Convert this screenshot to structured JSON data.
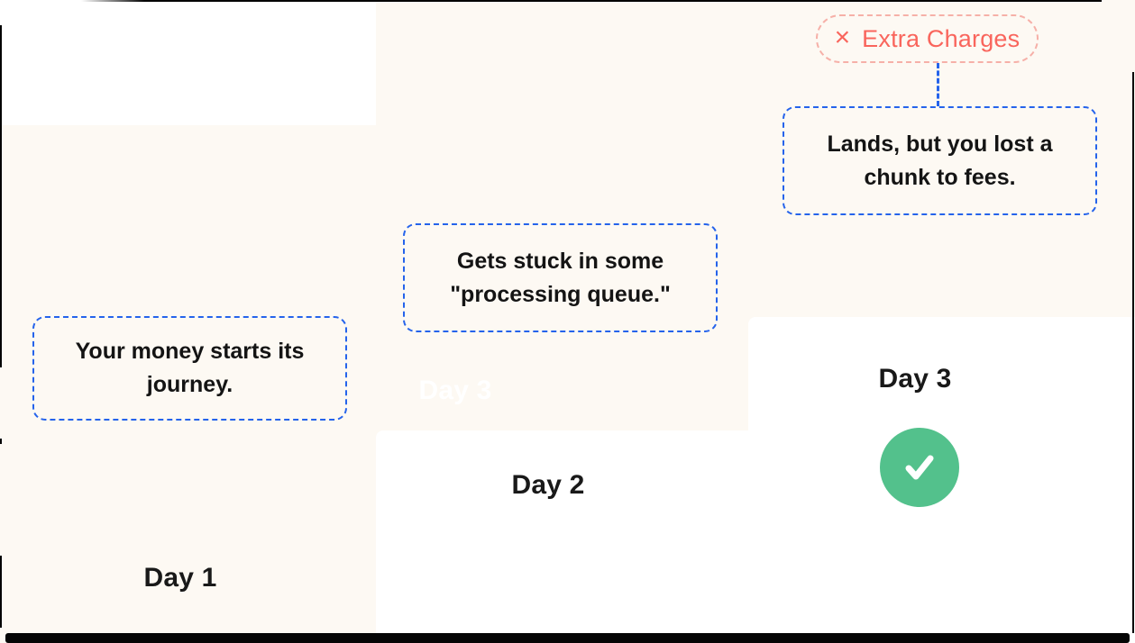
{
  "palette": {
    "background": "#FDF9F3",
    "step_fill": "#FFFFFF",
    "callout_border_blue": "#2563EB",
    "text_dark": "#141414",
    "badge_text_red": "#F9655C",
    "badge_border_pink": "#F6B0A8",
    "success_green": "#53C18C",
    "ghost_text": "#FFFFFF",
    "frame_black": "#050505"
  },
  "badge": {
    "icon": "x-icon",
    "icon_glyph": "×",
    "label": "Extra Charges"
  },
  "callouts": [
    {
      "step": "day1",
      "text": "Your money starts its journey."
    },
    {
      "step": "day2",
      "text": "Gets stuck in some \"processing queue.\""
    },
    {
      "step": "day3",
      "text": "Lands, but you lost a chunk to fees."
    }
  ],
  "steps": [
    {
      "label": "Day 1"
    },
    {
      "label": "Day 2"
    },
    {
      "label": "Day 3"
    }
  ],
  "ghost_label": "Day 3",
  "status_icon": "checkmark"
}
